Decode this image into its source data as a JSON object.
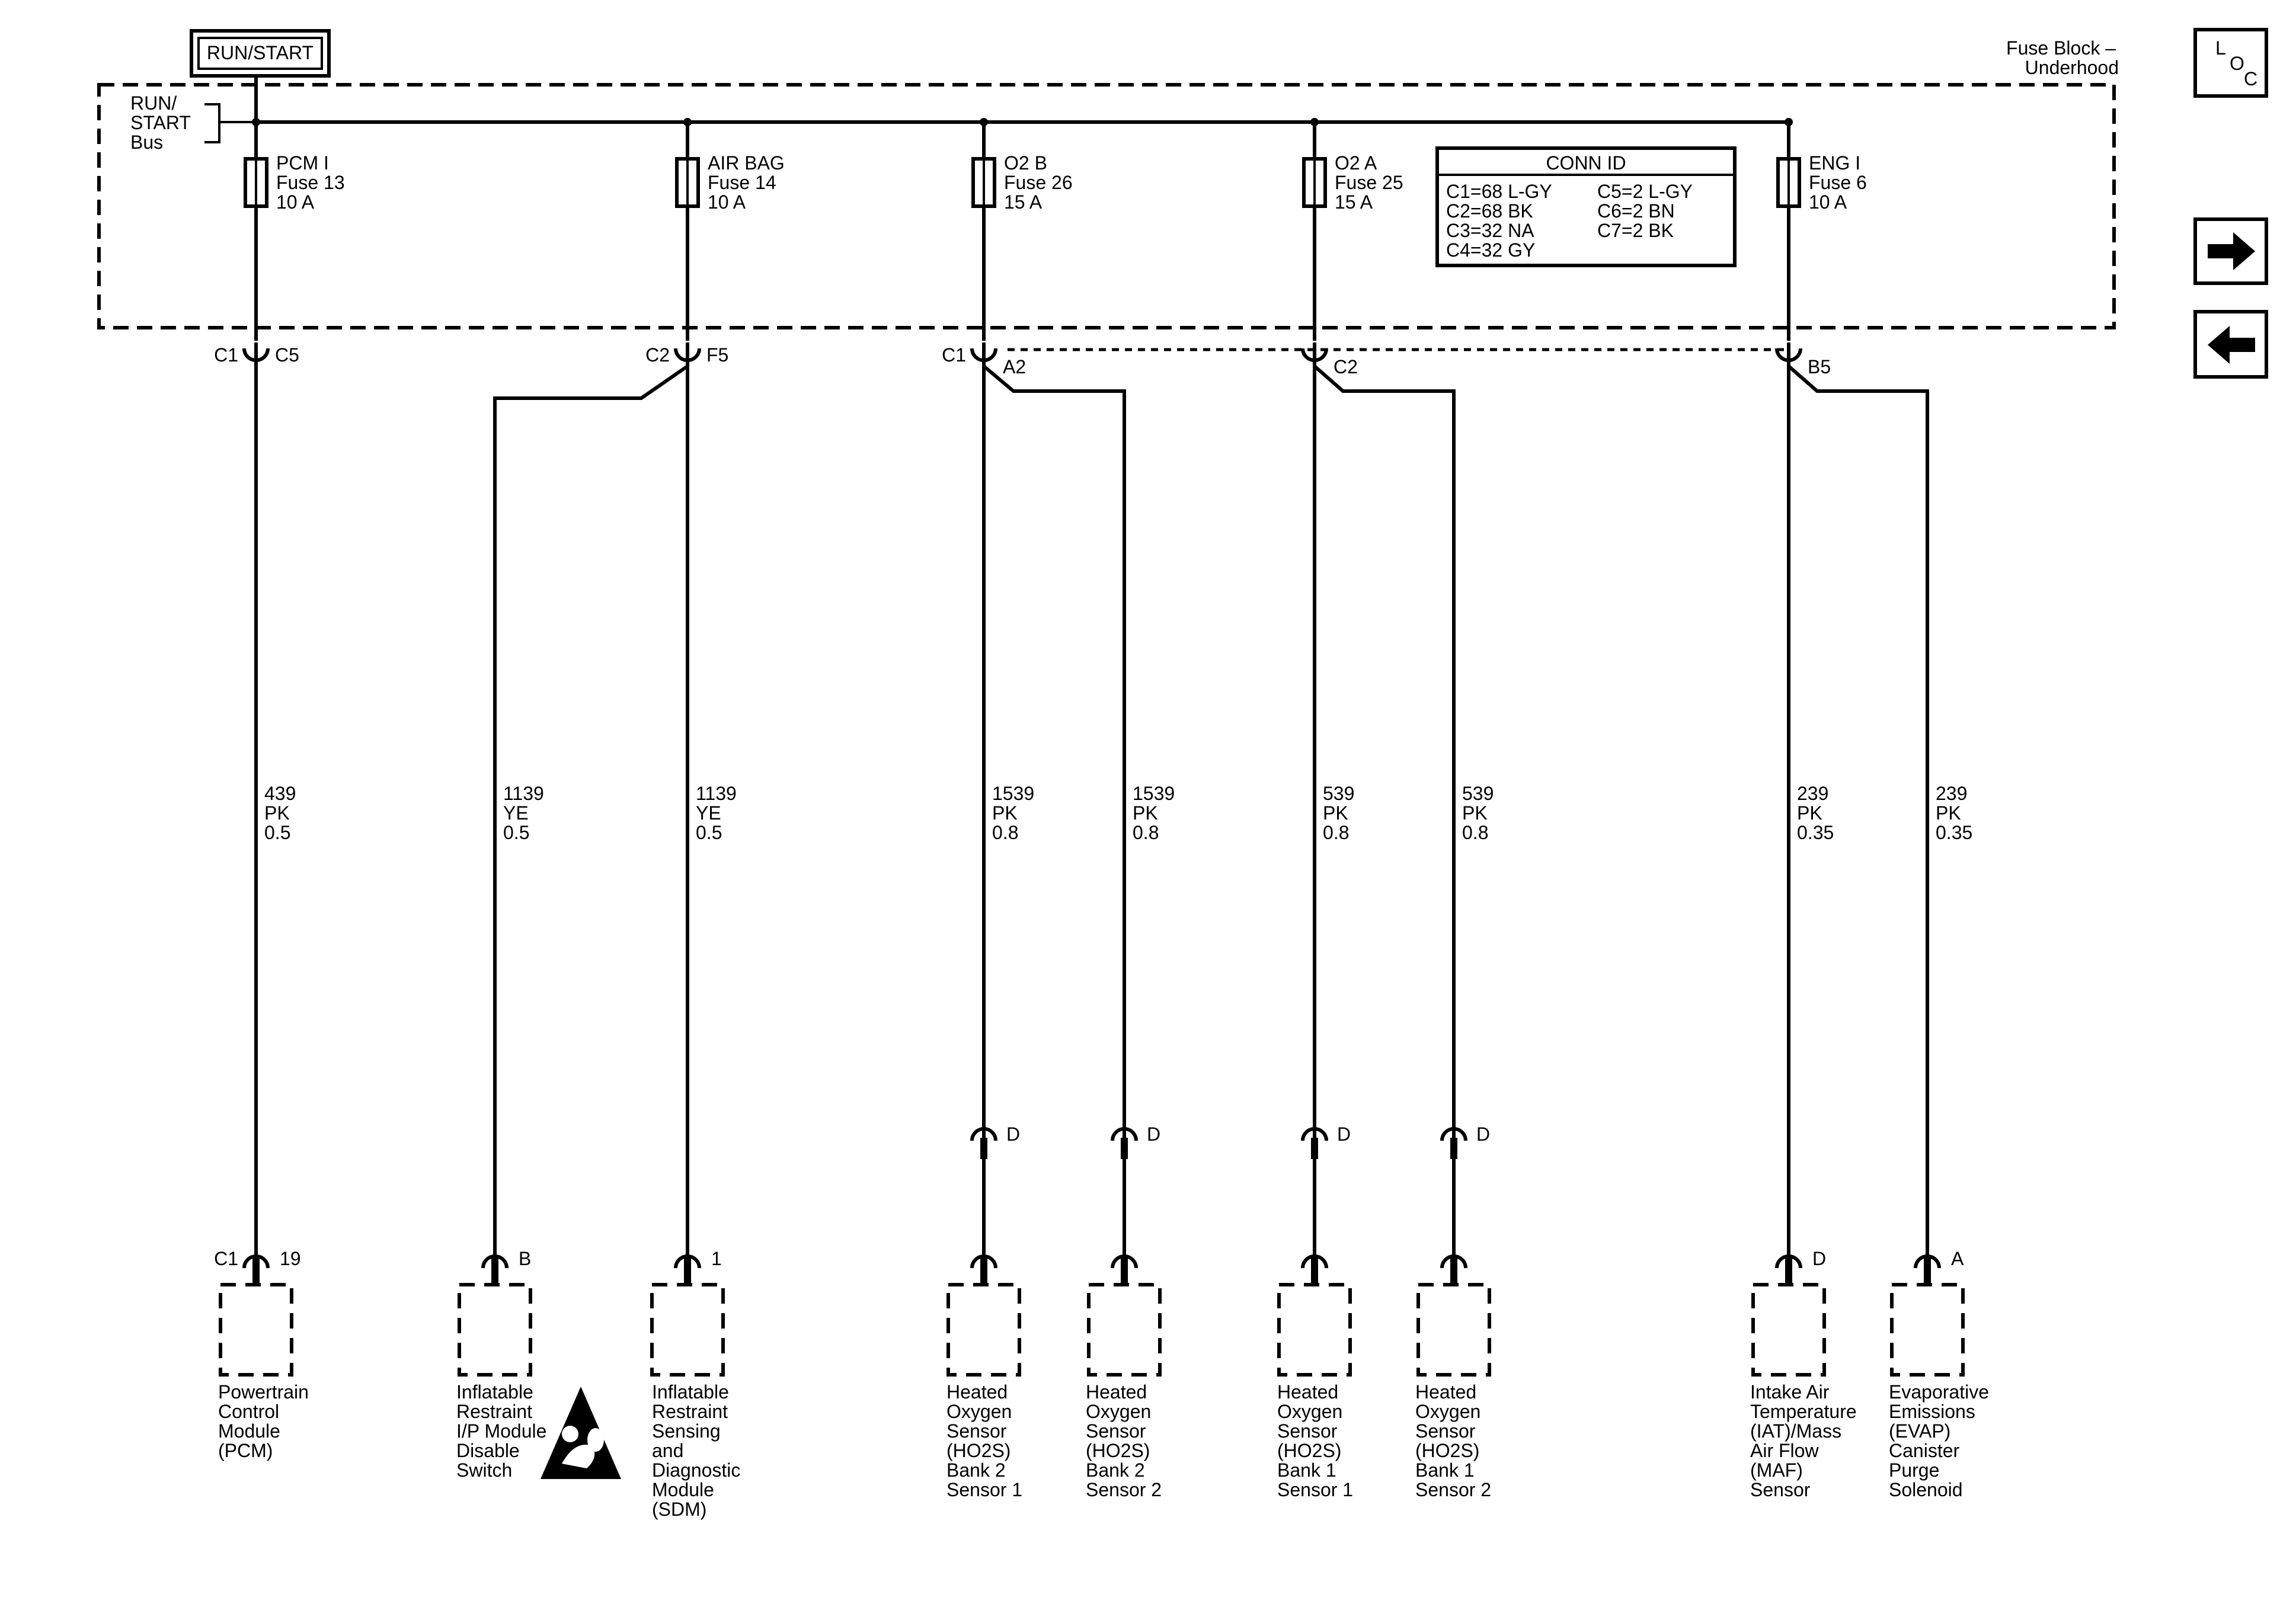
{
  "header": {
    "run_start_label": "RUN/START",
    "fuse_block_line1": "Fuse Block –",
    "fuse_block_line2": "Underhood",
    "bus_line1": "RUN/",
    "bus_line2": "START",
    "bus_line3": "Bus"
  },
  "nav": {
    "loc_l": "L",
    "loc_o": "O",
    "loc_c": "C"
  },
  "fuses": [
    {
      "name": "PCM I",
      "fuse": "Fuse 13",
      "amps": "10 A",
      "conn_left": "C1",
      "conn_right": "C5"
    },
    {
      "name": "AIR BAG",
      "fuse": "Fuse 14",
      "amps": "10 A",
      "conn_left": "C2",
      "conn_right": "F5"
    },
    {
      "name": "O2 B",
      "fuse": "Fuse 26",
      "amps": "15 A",
      "conn_left": "C1",
      "conn_right": "A2"
    },
    {
      "name": "O2 A",
      "fuse": "Fuse 25",
      "amps": "15 A",
      "conn_left": "",
      "conn_right": "C2"
    },
    {
      "name": "ENG I",
      "fuse": "Fuse 6",
      "amps": "10 A",
      "conn_left": "",
      "conn_right": "B5"
    }
  ],
  "conn_id": {
    "title": "CONN ID",
    "col1": [
      "C1=68 L-GY",
      "C2=68 BK",
      "C3=32 NA",
      "C4=32 GY"
    ],
    "col2": [
      "C5=2 L-GY",
      "C6=2 BN",
      "C7=2 BK"
    ]
  },
  "wires": [
    {
      "circuit": "439",
      "color": "PK",
      "gauge": "0.5"
    },
    {
      "circuit": "1139",
      "color": "YE",
      "gauge": "0.5"
    },
    {
      "circuit": "1139",
      "color": "YE",
      "gauge": "0.5"
    },
    {
      "circuit": "1539",
      "color": "PK",
      "gauge": "0.8"
    },
    {
      "circuit": "1539",
      "color": "PK",
      "gauge": "0.8"
    },
    {
      "circuit": "539",
      "color": "PK",
      "gauge": "0.8"
    },
    {
      "circuit": "539",
      "color": "PK",
      "gauge": "0.8"
    },
    {
      "circuit": "239",
      "color": "PK",
      "gauge": "0.35"
    },
    {
      "circuit": "239",
      "color": "PK",
      "gauge": "0.35"
    }
  ],
  "mid_connectors": [
    "D",
    "D",
    "D",
    "D"
  ],
  "components": [
    {
      "conn_left": "C1",
      "pin": "19",
      "name_lines": [
        "Powertrain",
        "Control",
        "Module",
        "(PCM)"
      ]
    },
    {
      "conn_left": "",
      "pin": "B",
      "name_lines": [
        "Inflatable",
        "Restraint",
        "I/P Module",
        "Disable",
        "Switch"
      ]
    },
    {
      "conn_left": "",
      "pin": "1",
      "name_lines": [
        "Inflatable",
        "Restraint",
        "Sensing",
        "and",
        "Diagnostic",
        "Module",
        "(SDM)"
      ]
    },
    {
      "conn_left": "",
      "pin": "",
      "name_lines": [
        "Heated",
        "Oxygen",
        "Sensor",
        "(HO2S)",
        "Bank 2",
        "Sensor 1"
      ]
    },
    {
      "conn_left": "",
      "pin": "",
      "name_lines": [
        "Heated",
        "Oxygen",
        "Sensor",
        "(HO2S)",
        "Bank 2",
        "Sensor 2"
      ]
    },
    {
      "conn_left": "",
      "pin": "",
      "name_lines": [
        "Heated",
        "Oxygen",
        "Sensor",
        "(HO2S)",
        "Bank 1",
        "Sensor 1"
      ]
    },
    {
      "conn_left": "",
      "pin": "",
      "name_lines": [
        "Heated",
        "Oxygen",
        "Sensor",
        "(HO2S)",
        "Bank 1",
        "Sensor 2"
      ]
    },
    {
      "conn_left": "",
      "pin": "D",
      "name_lines": [
        "Intake Air",
        "Temperature",
        "(IAT)/Mass",
        "Air Flow",
        "(MAF)",
        "Sensor"
      ]
    },
    {
      "conn_left": "",
      "pin": "A",
      "name_lines": [
        "Evaporative",
        "Emissions",
        "(EVAP)",
        "Canister",
        "Purge",
        "Solenoid"
      ]
    }
  ]
}
